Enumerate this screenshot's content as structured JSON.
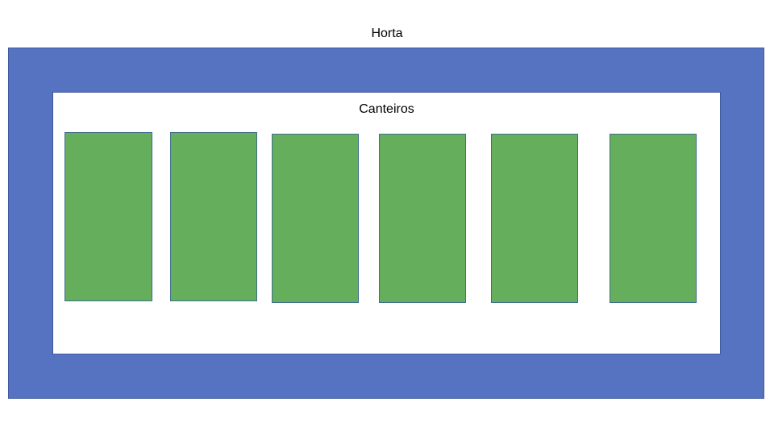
{
  "diagram": {
    "title": "Horta",
    "subtitle": "Canteiros",
    "colors": {
      "garden": "#5573c0",
      "bed_area": "#ffffff",
      "bed": "#65ae5b"
    },
    "beds_count": 6
  }
}
